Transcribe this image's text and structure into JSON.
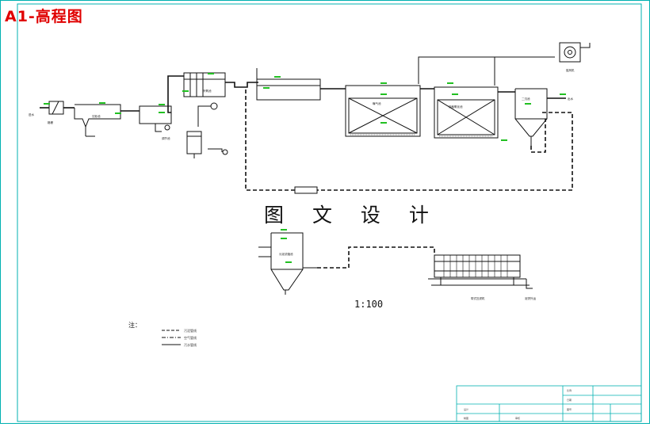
{
  "drawing": {
    "title": "A1-高程图",
    "watermark": "图 文 设 计",
    "scale": "1:100",
    "legend_heading": "注：",
    "legend_items": [
      {
        "style": "dashed",
        "label": "污泥管线"
      },
      {
        "style": "dashdot",
        "label": "空气管线"
      },
      {
        "style": "solid",
        "label": "污水管线"
      }
    ]
  },
  "colors": {
    "frame": "#00b0b0",
    "lines": "#111111",
    "level_marks": "#22c022",
    "title": "#e00000"
  },
  "units": [
    {
      "id": "inlet",
      "label": "进水"
    },
    {
      "id": "screen",
      "label": "格栅"
    },
    {
      "id": "grit",
      "label": "沉砂池"
    },
    {
      "id": "reg",
      "label": "调节池"
    },
    {
      "id": "ana",
      "label": "厌氧池"
    },
    {
      "id": "tank1",
      "label": "曝气池"
    },
    {
      "id": "tank2",
      "label": "接触氧化池"
    },
    {
      "id": "clar",
      "label": "二沉池"
    },
    {
      "id": "out",
      "label": "出水"
    },
    {
      "id": "blower",
      "label": "鼓风机"
    },
    {
      "id": "thick",
      "label": "污泥浓缩池"
    },
    {
      "id": "press",
      "label": "带式压滤机"
    },
    {
      "id": "cake",
      "label": "泥饼外运"
    }
  ],
  "title_block": {
    "cells": [
      "设计",
      "制图",
      "审核",
      "比例",
      "日期",
      "图号"
    ]
  }
}
